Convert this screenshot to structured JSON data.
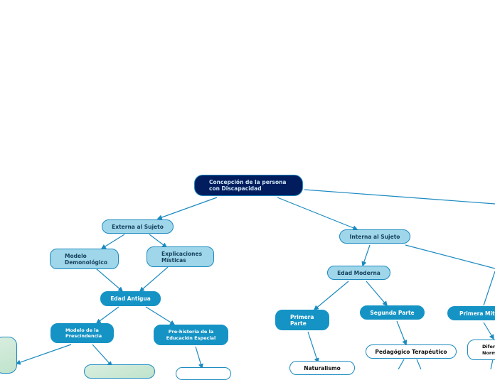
{
  "map": {
    "root": "Concepción de la persona con Discapacidad",
    "externa": "Externa al Sujeto",
    "demonologico": "Modelo Demonológico",
    "explicaciones": "Explicaciones Místicas",
    "antigua": "Edad Antigua",
    "prescindencia": "Modelo de la Prescindencia",
    "prehistoria": "Pre-historia de la Educación Especial",
    "interna": "Interna al Sujeto",
    "moderna": "Edad Moderna",
    "primera_parte": "Primera Parte",
    "segunda_parte": "Segunda Parte",
    "pedagogico": "Pedagógico Terapéutico",
    "naturalismo": "Naturalismo",
    "primera_mitad": "Primera Mitad",
    "diferencia_normal": "Diferi Norm"
  },
  "colors": {
    "root_fill": "#021d5e",
    "light_fill": "#9fd6ea",
    "dark_fill": "#1593c5",
    "line": "#1b8ac0"
  }
}
